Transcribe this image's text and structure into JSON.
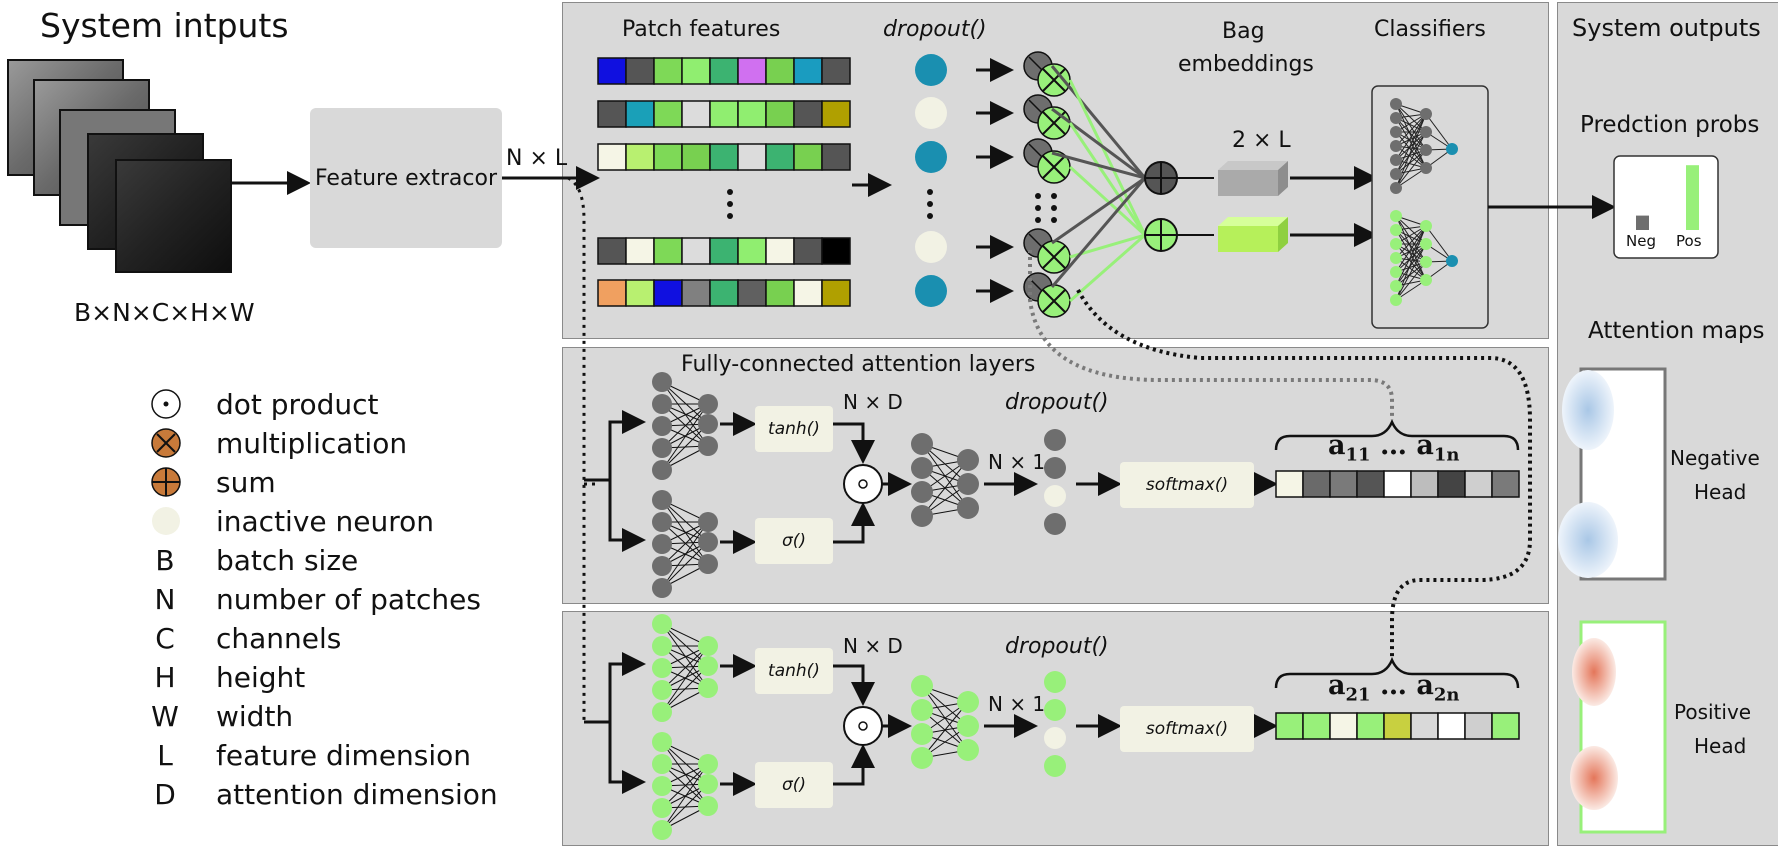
{
  "inputs": {
    "title": "System intputs",
    "dims": "B×N×C×H×W"
  },
  "extractor": {
    "label": "Feature extracor",
    "out_dim": "N × L"
  },
  "top_panel": {
    "patch_features": "Patch features",
    "dropout": "dropout()",
    "bag_embeddings_1": "Bag",
    "bag_embeddings_2": "embeddings",
    "embed_dim": "2 × L",
    "classifiers": "Classifiers"
  },
  "attn_panel": {
    "title": "Fully-connected attention layers",
    "tanh": "tanh()",
    "sigma": "σ()",
    "nd": "N × D",
    "n1": "N × 1",
    "dropout": "dropout()",
    "softmax": "softmax()",
    "a1_first": "a",
    "a1_first_sub": "11",
    "a1_dots": "…",
    "a1_last": "a",
    "a1_last_sub": "1n",
    "a2_first": "a",
    "a2_first_sub": "21",
    "a2_dots": "…",
    "a2_last": "a",
    "a2_last_sub": "2n"
  },
  "outputs": {
    "title": "System outputs",
    "pred_title": "Predction probs",
    "neg": "Neg",
    "pos": "Pos",
    "neg_prob": 0.2,
    "pos_prob": 0.9,
    "attn_title": "Attention maps",
    "neg_head_1": "Negative",
    "neg_head_2": "Head",
    "pos_head_1": "Positive",
    "pos_head_2": "Head"
  },
  "legend": [
    {
      "symbol_icon": "dot-product-icon",
      "label": "dot product"
    },
    {
      "symbol_icon": "multiplication-icon",
      "label": "multiplication"
    },
    {
      "symbol_icon": "sum-icon",
      "label": "sum"
    },
    {
      "symbol_icon": "inactive-neuron-icon",
      "label": "inactive neuron"
    },
    {
      "symbol": "B",
      "label": "batch size"
    },
    {
      "symbol": "N",
      "label": "number of patches"
    },
    {
      "symbol": "C",
      "label": "channels"
    },
    {
      "symbol": "H",
      "label": "height"
    },
    {
      "symbol": "W",
      "label": "width"
    },
    {
      "symbol": "L",
      "label": "feature dimension"
    },
    {
      "symbol": "D",
      "label": "attention dimension"
    }
  ],
  "colors": {
    "panel": "#d9d9d9",
    "teal": "#1a8fb0",
    "inactive": "#f2f2e4",
    "gray_neuron": "#6e6e6e",
    "green_neuron": "#98f07a",
    "orange_op": "#c87a3a",
    "box_fill": "#f2f2e4"
  },
  "patch_rows": [
    [
      "#1010e0",
      "#555555",
      "#7ed957",
      "#90ee70",
      "#3cb371",
      "#d070f0",
      "#78d050",
      "#1a9cc0",
      "#555555"
    ],
    [
      "#555555",
      "#1aa0b8",
      "#7ed957",
      "#dcdcdc",
      "#90ee70",
      "#90ee70",
      "#78d050",
      "#555555",
      "#b0a000"
    ],
    [
      "#f5f5e6",
      "#b8f070",
      "#7ed957",
      "#78d050",
      "#3cb371",
      "#dcdcdc",
      "#3cb371",
      "#78d050",
      "#555555"
    ],
    [
      "#555555",
      "#f5f5e6",
      "#7ed957",
      "#dcdcdc",
      "#3cb371",
      "#90ee70",
      "#f5f5e6",
      "#555555",
      "#000000"
    ],
    [
      "#f0a060",
      "#b8f070",
      "#1010e0",
      "#808080",
      "#3cb371",
      "#606060",
      "#78d050",
      "#f5f5e6",
      "#b0a000"
    ]
  ],
  "dropout_states": [
    "active",
    "inactive",
    "active",
    "inactive",
    "active"
  ],
  "attn_row1": [
    "#f5f5e6",
    "#6a6a6a",
    "#7a7a7a",
    "#555555",
    "#ffffff",
    "#bdbdbd",
    "#444444",
    "#cfcfcf",
    "#7a7a7a"
  ],
  "attn_row2": [
    "#98f07a",
    "#98f07a",
    "#f5f5e6",
    "#98f07a",
    "#c8d040",
    "#d9d9d9",
    "#ffffff",
    "#cfcfcf",
    "#98f07a"
  ]
}
